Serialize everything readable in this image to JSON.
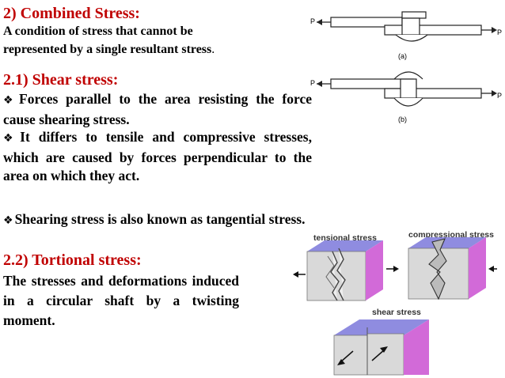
{
  "sections": {
    "combined": {
      "heading": "2) Combined Stress:",
      "line1": "A condition of stress that cannot be",
      "line2": "represented by a single resultant stress",
      "line2_end": "."
    },
    "shear": {
      "heading": "2.1) Shear stress:",
      "bullets": [
        "Forces parallel to the area resisting the force cause shearing stress.",
        "It differs to tensile and compressive stresses, which are caused by forces perpendicular to the area on which they act.",
        "Shearing stress is also known as tangential stress."
      ]
    },
    "tortional": {
      "heading": "2.2) Tortional stress:",
      "body": "The stresses and deformations induced in a circular shaft by a twisting moment."
    }
  },
  "figure_joints": {
    "force_label_left": "P",
    "force_label_right": "P",
    "caption_a": "(a)",
    "caption_b": "(b)"
  },
  "figure_stress": {
    "tensional_label": "tensional stress",
    "compressional_label": "compressional stress",
    "shear_label": "shear stress",
    "colors": {
      "top_face": "#8f8ce0",
      "side_face": "#d26ad8",
      "block": "#d9d9d9"
    }
  }
}
